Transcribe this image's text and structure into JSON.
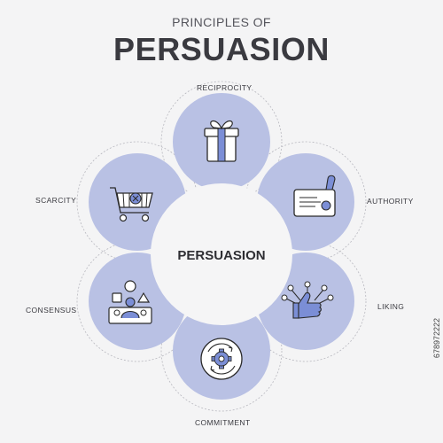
{
  "header": {
    "subtitle": "PRINCIPLES OF",
    "title": "PERSUASION"
  },
  "center": {
    "label": "PERSUASION"
  },
  "principles": [
    {
      "label": "RECIPROCITY",
      "icon": "gift-icon"
    },
    {
      "label": "AUTHORITY",
      "icon": "certificate-icon"
    },
    {
      "label": "LIKING",
      "icon": "thumbs-up-icon"
    },
    {
      "label": "COMMITMENT",
      "icon": "gear-cycle-icon"
    },
    {
      "label": "CONSENSUS",
      "icon": "group-consensus-icon"
    },
    {
      "label": "SCARCITY",
      "icon": "shopping-cart-icon"
    }
  ],
  "side_text": "678972222",
  "colors": {
    "petal": "#b9c1e4",
    "accent": "#7b8ed6",
    "center": "#f5f5f6",
    "icon_stroke": "#2a2a2a",
    "dashed": "#b8b8bf"
  }
}
